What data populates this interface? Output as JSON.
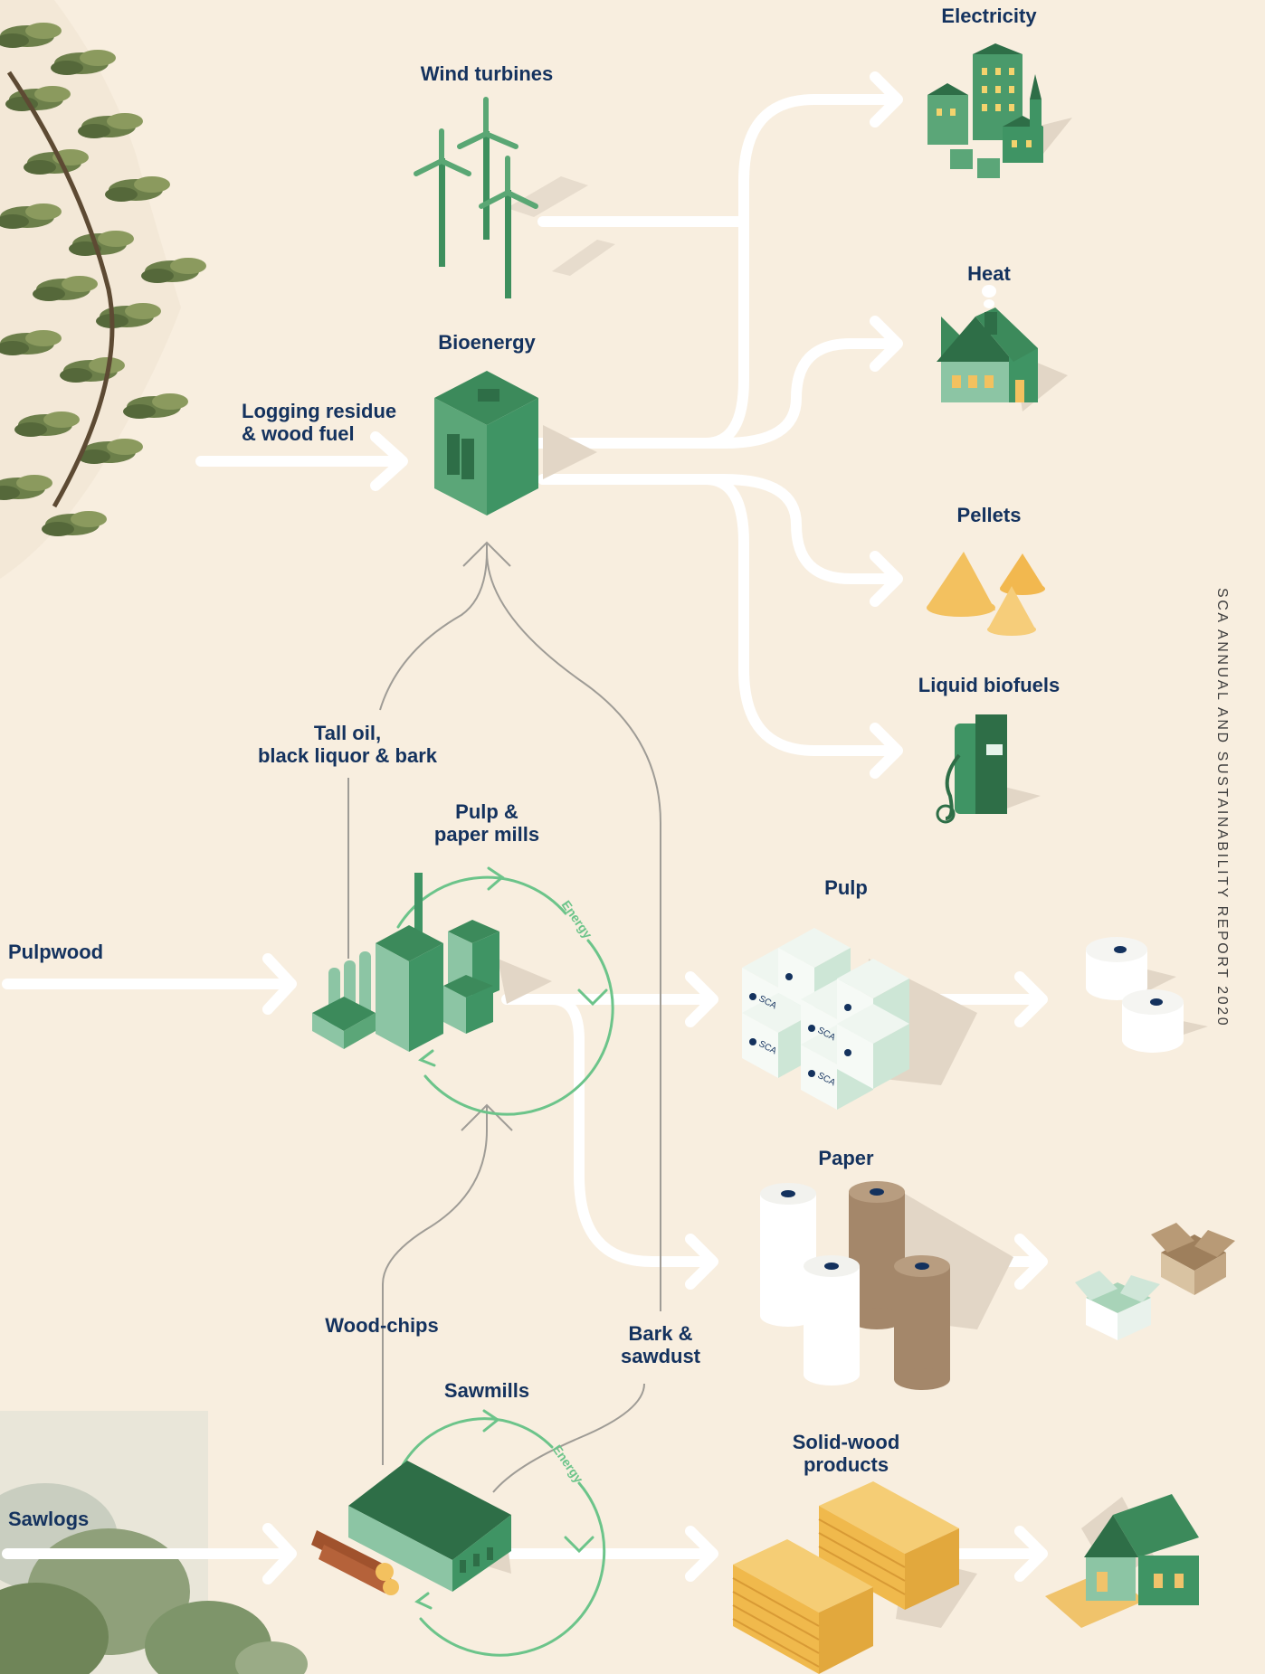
{
  "side_text": "SCA ANNUAL AND SUSTAINABILITY REPORT 2020",
  "labels": {
    "electricity": "Electricity",
    "wind_turbines": "Wind turbines",
    "heat": "Heat",
    "bioenergy": "Bioenergy",
    "logging_residue": [
      "Logging residue",
      "& wood fuel"
    ],
    "pellets": "Pellets",
    "liquid_biofuels": "Liquid biofuels",
    "tall_oil": [
      "Tall oil,",
      "black liquor & bark"
    ],
    "pulp_paper_mills": [
      "Pulp &",
      "paper mills"
    ],
    "pulpwood": "Pulpwood",
    "pulp": "Pulp",
    "paper": "Paper",
    "wood_chips": "Wood-chips",
    "bark_sawdust": [
      "Bark &",
      "sawdust"
    ],
    "sawmills": "Sawmills",
    "solid_wood": [
      "Solid-wood",
      "products"
    ],
    "sawlogs": "Sawlogs",
    "energy": "Energy"
  },
  "bale_logo_text": "SCA",
  "colors": {
    "background": "#f8eedf",
    "label_text": "#14325e",
    "green_dark": "#2e6e47",
    "green_mid": "#3f9464",
    "green_light": "#8cc5a4",
    "cycle_green": "#6cc48a",
    "flow_arrow": "#ffffff",
    "thin_arrow": "#9f9c96",
    "yellow": "#f3c15f",
    "brown": "#a4876a"
  }
}
